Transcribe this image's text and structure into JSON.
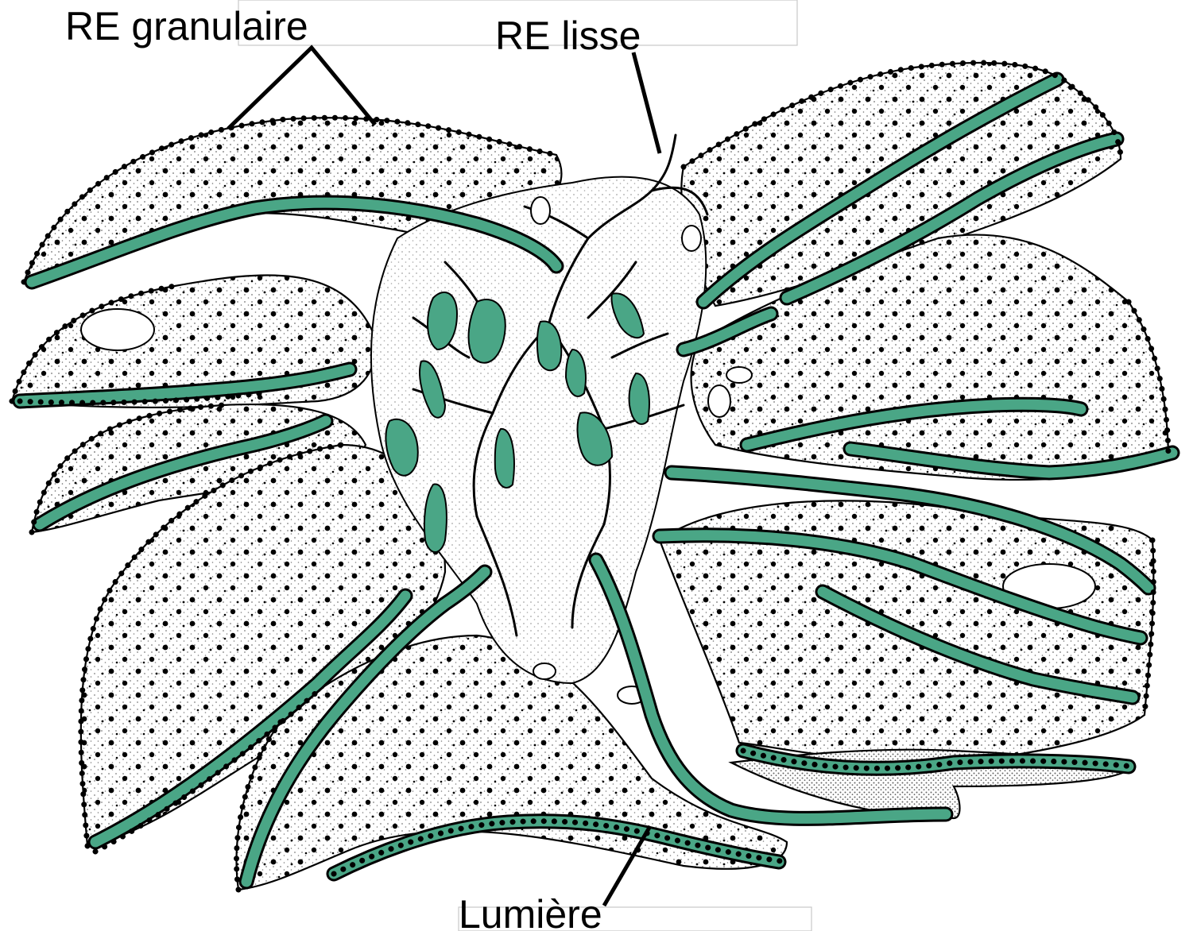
{
  "labels": {
    "granular_er": "RE granulaire",
    "smooth_er": "RE lisse",
    "lumen": "Lumière"
  },
  "colors": {
    "cisterna_fill": "#4aa686",
    "ink": "#000000",
    "paper": "#ffffff"
  }
}
